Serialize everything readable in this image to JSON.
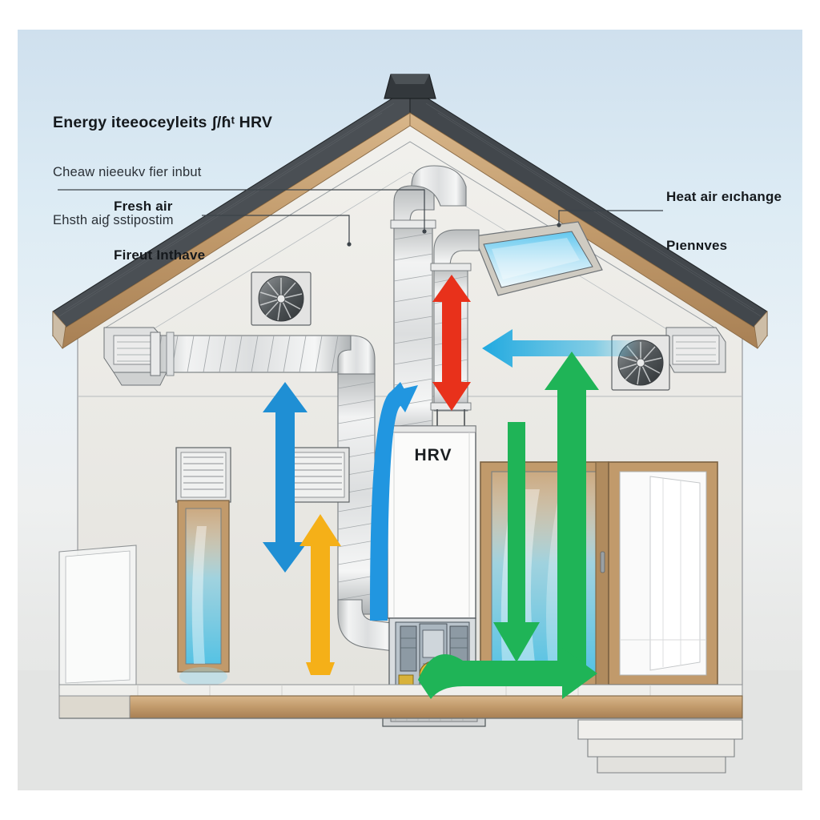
{
  "figure": {
    "kind": "architectural-section-diagram",
    "subject": "House cross-section showing an HRV (heat recovery ventilation) system"
  },
  "title_block": {
    "line1": "Energy iteeoceyleits ʃ/ɦᵗ HRV",
    "line2": "Cheaw nieeukv fier inbut",
    "line3": "Ehsth aiɠ sstipostim"
  },
  "callouts": [
    {
      "id": "fresh-air",
      "line1": "Fresh air",
      "line2": "Fireut Inthave"
    },
    {
      "id": "heat-exchange",
      "line1": "Heat air eıchange",
      "line2": "Pıenɴves"
    }
  ],
  "equipment": {
    "hrv_unit_label": "HRV"
  },
  "flow_arrows": [
    {
      "id": "supply-riser",
      "label": "supply air riser",
      "color": "#1f8fd4",
      "direction": "double-vertical"
    },
    {
      "id": "return-riser",
      "label": "return air riser",
      "color": "#f5b018",
      "direction": "up"
    },
    {
      "id": "exhaust-stack",
      "label": "exhaust duct stack",
      "color": "#e8311b",
      "direction": "double-vertical"
    },
    {
      "id": "incoming-fresh",
      "label": "incoming fresh air",
      "color": "#2bb3e3",
      "direction": "left"
    },
    {
      "id": "room-supply",
      "label": "room supply branch",
      "color": "#2196e0",
      "direction": "right-up"
    },
    {
      "id": "extract-riser",
      "label": "extract air riser",
      "color": "#1fb457",
      "direction": "up"
    },
    {
      "id": "down-to-door",
      "label": "conditioned air drop",
      "color": "#1fb457",
      "direction": "down"
    },
    {
      "id": "floor-distribution",
      "label": "floor level distribution",
      "color": "#1fb457",
      "direction": "right"
    }
  ],
  "colors": {
    "sky_top": "#cfe0ee",
    "ground": "#e2e3e2",
    "wall": "#ecebe7",
    "roof_fascia": "#c8a87e",
    "roof_dark": "#3a3f44",
    "duct_metal": "#dcdcdc",
    "glass_blue": "#7fd4f0",
    "frame_wood": "#b08b5e",
    "floor_wood": "#c09a6b",
    "blue_arrow": "#1f8fd4",
    "cyan_arrow": "#2bb3e3",
    "orange_arrow": "#f5b018",
    "red_arrow": "#e8311b",
    "green_arrow": "#1fb457"
  },
  "components": [
    {
      "id": "ridge-cap",
      "name": "roof ridge cap"
    },
    {
      "id": "gable-roof",
      "name": "gable roof with fascia"
    },
    {
      "id": "skylight",
      "name": "roof skylight with blue glazing"
    },
    {
      "id": "attic-fan",
      "name": "attic exhaust fan (left)"
    },
    {
      "id": "wall-fan",
      "name": "wall exhaust fan (right)"
    },
    {
      "id": "eave-vent-left",
      "name": "left eave intake vent"
    },
    {
      "id": "eave-vent-right",
      "name": "right eave intake vent"
    },
    {
      "id": "horizontal-duct",
      "name": "horizontal spiral duct run"
    },
    {
      "id": "vertical-duct",
      "name": "vertical spiral duct stack"
    },
    {
      "id": "exhaust-duct",
      "name": "secondary exhaust duct stack"
    },
    {
      "id": "hrv-cabinet",
      "name": "HRV cabinet"
    },
    {
      "id": "hrv-mechanical",
      "name": "HRV mechanical cutaway"
    },
    {
      "id": "louver-left",
      "name": "louvered transom vent (left window)"
    },
    {
      "id": "louver-right",
      "name": "louvered transom vent (right window)"
    },
    {
      "id": "tall-window",
      "name": "tall narrow window"
    },
    {
      "id": "sliding-door",
      "name": "sliding glass door"
    },
    {
      "id": "interior-door",
      "name": "open interior doorway"
    },
    {
      "id": "entry-steps",
      "name": "entry steps"
    },
    {
      "id": "floor-slab",
      "name": "floor slab with timber edge"
    }
  ]
}
